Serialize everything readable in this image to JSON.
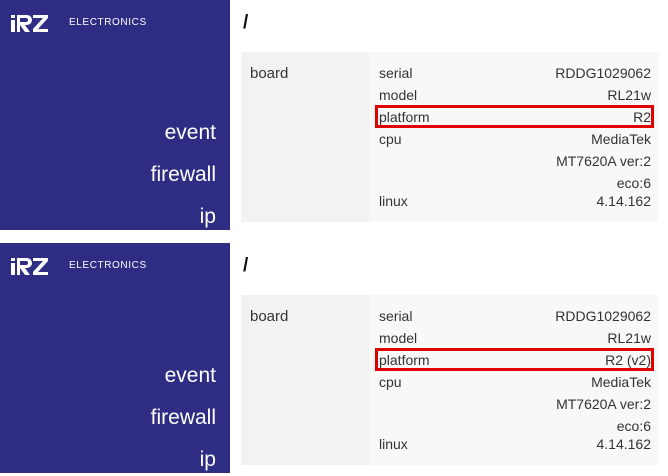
{
  "brand": {
    "logo_text": "iRZ",
    "wordmark": "ELECTRONICS",
    "sidebar_color": "#2e2d83",
    "highlight_color": "#e00000"
  },
  "panels": [
    {
      "nav": [
        "event",
        "firewall",
        "ip"
      ],
      "title": "/",
      "section": "board",
      "rows": {
        "serial": {
          "key": "serial",
          "value": "RDDG1029062"
        },
        "model": {
          "key": "model",
          "value": "RL21w"
        },
        "platform": {
          "key": "platform",
          "value": "R2"
        },
        "cpu": {
          "key": "cpu",
          "value_lines": [
            "MediaTek",
            "MT7620A ver:2",
            "eco:6"
          ]
        },
        "linux": {
          "key": "linux",
          "value": "4.14.162"
        }
      }
    },
    {
      "nav": [
        "event",
        "firewall",
        "ip"
      ],
      "title": "/",
      "section": "board",
      "rows": {
        "serial": {
          "key": "serial",
          "value": "RDDG1029062"
        },
        "model": {
          "key": "model",
          "value": "RL21w"
        },
        "platform": {
          "key": "platform",
          "value": "R2 (v2)"
        },
        "cpu": {
          "key": "cpu",
          "value_lines": [
            "MediaTek",
            "MT7620A ver:2",
            "eco:6"
          ]
        },
        "linux": {
          "key": "linux",
          "value": "4.14.162"
        }
      }
    }
  ]
}
